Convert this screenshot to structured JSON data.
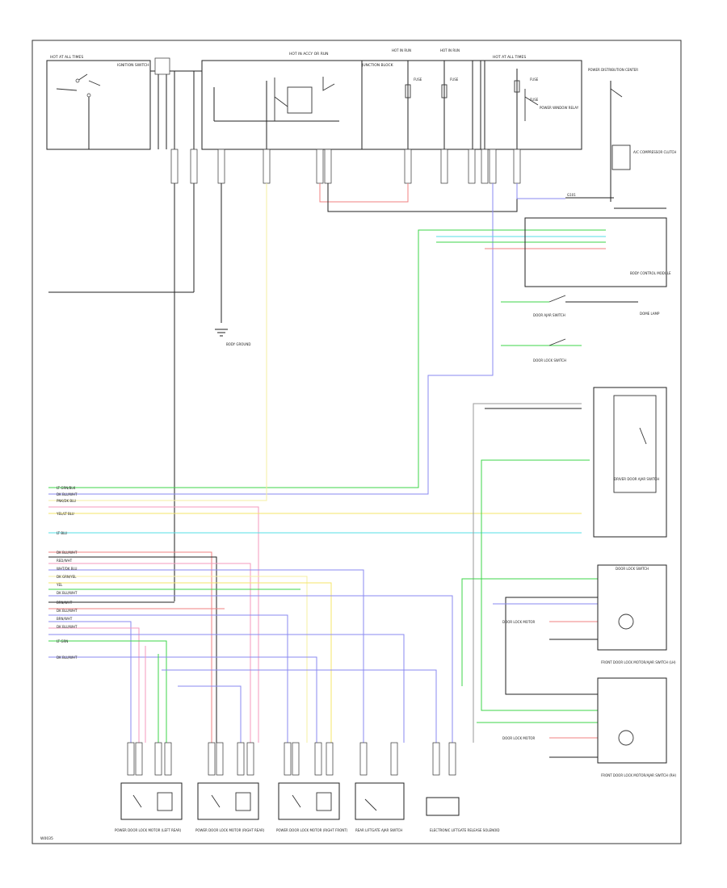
{
  "footer_code": "W0035",
  "wire_colors": {
    "red": "#f08080",
    "green": "#3cd44a",
    "blue": "#8a8af0",
    "yellow": "#f4e46a",
    "lightyellow": "#f4efa0",
    "cyan": "#55dfe6",
    "pink": "#f49abd",
    "black": "#222222",
    "gray": "#999999"
  },
  "top_labels": {
    "hot_all_times_1": "HOT AT ALL TIMES",
    "ignition_switch": "IGNITION SWITCH",
    "hot_accy_run": "HOT IN ACCY OR RUN",
    "junction_block": "JUNCTION BLOCK",
    "hot_run_1": "HOT IN RUN",
    "hot_run_2": "HOT IN RUN",
    "hot_all_times_2": "HOT AT ALL TIMES",
    "power_distribution": "POWER DISTRIBUTION CENTER",
    "fuse_1": "FUSE",
    "fuse_2": "FUSE",
    "fuse_3": "FUSE",
    "fuse_4": "FUSE",
    "relay": "POWER WINDOW RELAY",
    "compressor_clutch": "A/C COMPRESSOR CLUTCH",
    "ground_ref": "G101"
  },
  "right_labels": {
    "module": "BODY CONTROL MODULE",
    "switch_1": "DOOR AJAR SWITCH",
    "switch_2": "DOOR LOCK SWITCH",
    "dome_lamp": "DOME LAMP",
    "driver_door": "DRIVER DOOR AJAR SWITCH",
    "lock_switch_lh": "DOOR LOCK SWITCH",
    "motor_lh": "DOOR LOCK MOTOR",
    "front_door_lh": "FRONT DOOR LOCK MOTOR/AJAR SWITCH (LH)",
    "motor_rh": "DOOR LOCK MOTOR",
    "front_door_rh": "FRONT DOOR LOCK MOTOR/AJAR SWITCH (RH)"
  },
  "left_wires": [
    "LT GRN/BLK",
    "DK BLU/WHT",
    "PNK/DK BLU",
    "YEL/LT BLU",
    "LT BLU",
    "DK BLU/WHT",
    "RED/WHT",
    "WHT/DK BLU",
    "DK GRN/YEL",
    "YEL",
    "DK BLU/WHT",
    "BRN/WHT",
    "DK BLU/WHT",
    "BRN/WHT",
    "DK BLU/WHT",
    "LT GRN",
    "DK BLU/WHT"
  ],
  "bottom_components": [
    "POWER DOOR LOCK MOTOR (LEFT REAR)",
    "POWER DOOR LOCK MOTOR (RIGHT REAR)",
    "POWER DOOR LOCK MOTOR (RIGHT FRONT)",
    "REAR LIFTGATE AJAR SWITCH",
    "ELECTRONIC LIFTGATE RELEASE SOLENOID"
  ],
  "ground_label": "BODY GROUND"
}
